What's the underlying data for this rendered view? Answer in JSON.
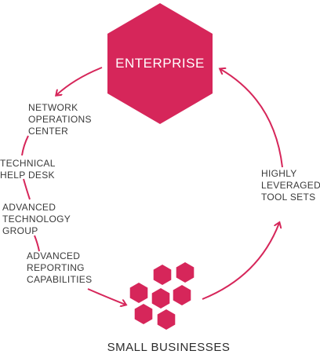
{
  "colors": {
    "accent": "#d6265a",
    "text": "#3a3a3a"
  },
  "top_node": {
    "label": "ENTERPRISE",
    "shape": "hexagon"
  },
  "bottom_node": {
    "label": "SMALL BUSINESSES",
    "shape": "hexagon-cluster"
  },
  "left_steps": [
    {
      "lines": [
        "NETWORK",
        "OPERATIONS",
        "CENTER"
      ]
    },
    {
      "lines": [
        "TECHNICAL",
        "HELP DESK"
      ]
    },
    {
      "lines": [
        "ADVANCED",
        "TECHNOLOGY",
        "GROUP"
      ]
    },
    {
      "lines": [
        "ADVANCED",
        "REPORTING",
        "CAPABILITIES"
      ]
    }
  ],
  "right_step": {
    "lines": [
      "HIGHLY",
      "LEVERAGED",
      "TOOL SETS"
    ]
  }
}
